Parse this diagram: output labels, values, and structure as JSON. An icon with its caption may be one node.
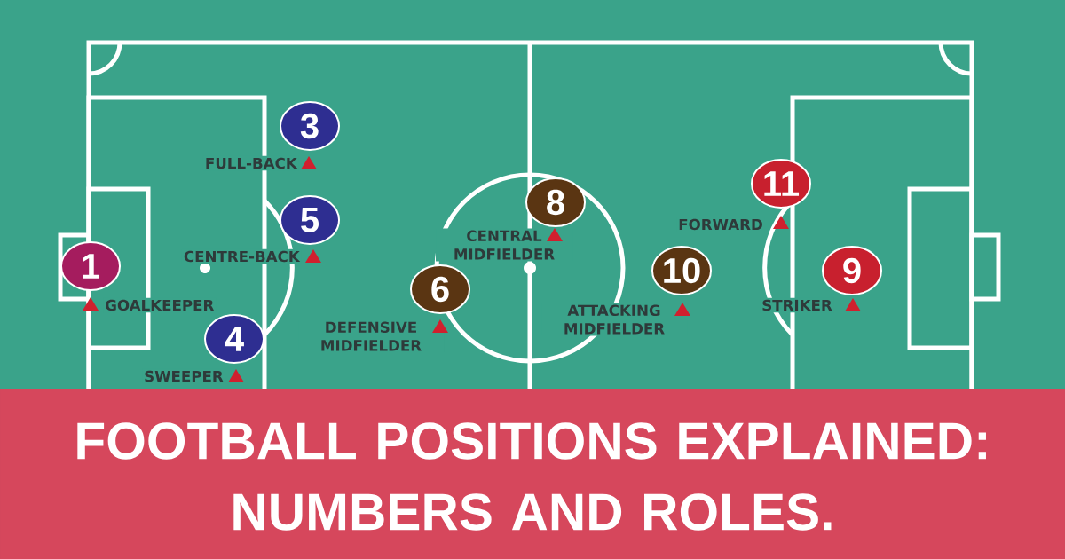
{
  "diagram": {
    "title": "FOOTBALL POSITIONS EXPLAINED: NUMBERS AND ROLES.",
    "nodes": [
      {
        "text": [
          "1"
        ],
        "beside": [
          "GOALKEEPER"
        ]
      },
      {
        "text": [
          "3"
        ],
        "beside": [
          "FULL-BACK"
        ]
      },
      {
        "text": [
          "5"
        ],
        "beside": [
          "CENTRE-BACK"
        ]
      },
      {
        "text": [
          "4"
        ],
        "beside": [
          "SWEEPER"
        ]
      },
      {
        "text": [
          "6"
        ],
        "beside": [
          "DEFENSIVE MIDFIELDER"
        ]
      },
      {
        "text": [
          "8"
        ],
        "beside": [
          "CENTRAL MIDFIELDER"
        ]
      },
      {
        "text": [
          "10"
        ],
        "beside": [
          "ATTACKING MIDFIELDER"
        ]
      },
      {
        "text": [
          "11"
        ],
        "beside": [
          "FORWARD"
        ]
      },
      {
        "text": [
          "9"
        ],
        "beside": [
          "STRIKER"
        ]
      }
    ]
  }
}
